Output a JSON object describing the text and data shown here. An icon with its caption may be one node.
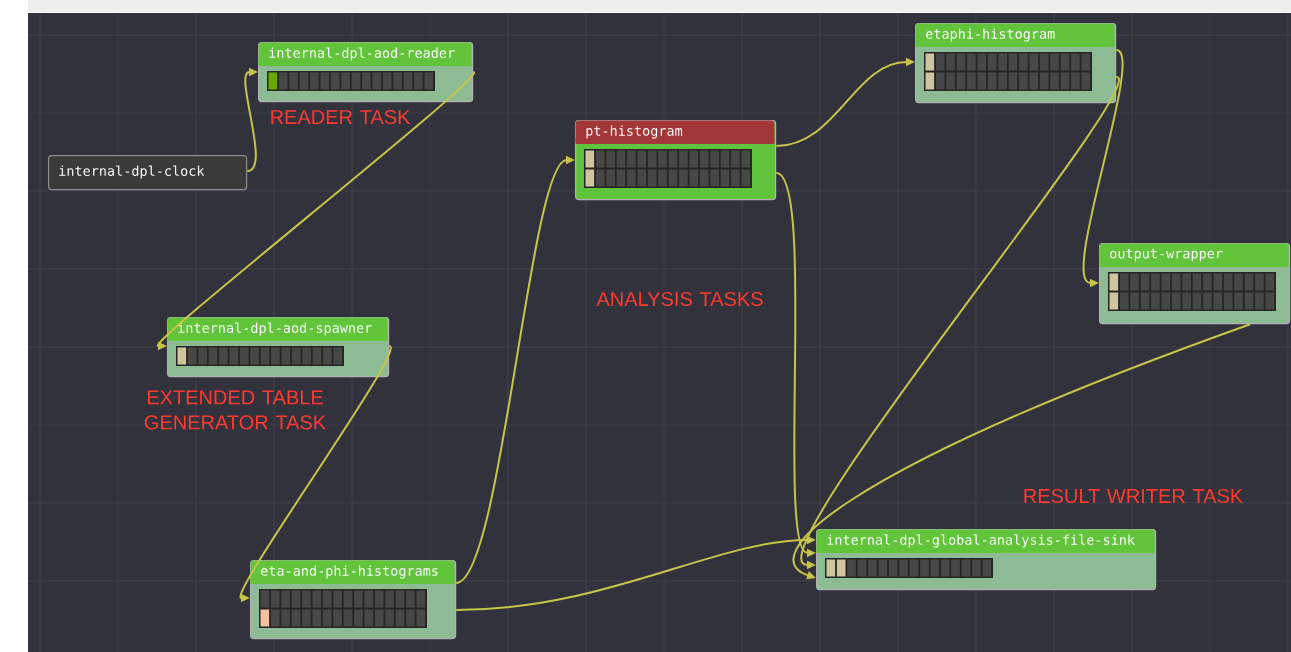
{
  "diagram": {
    "nodes": [
      {
        "text": [
          "internal-dpl-clock"
        ]
      },
      {
        "text": [
          "internal-dpl-aod-reader"
        ]
      },
      {
        "text": [
          "internal-dpl-aod-spawner"
        ]
      },
      {
        "text": [
          "eta-and-phi-histograms"
        ]
      },
      {
        "text": [
          "pt-histogram"
        ]
      },
      {
        "text": [
          "etaphi-histogram"
        ]
      },
      {
        "text": [
          "output-wrapper"
        ]
      },
      {
        "text": [
          "internal-dpl-global-analysis-file-sink"
        ]
      }
    ],
    "edges": [
      {
        "from": 0,
        "to": 1,
        "arrow": "to"
      },
      {
        "from": 1,
        "to": 2,
        "arrow": "to"
      },
      {
        "from": 2,
        "to": 3,
        "arrow": "to"
      },
      {
        "from": 3,
        "to": 4,
        "arrow": "to"
      },
      {
        "from": 3,
        "to": 7,
        "arrow": "to"
      },
      {
        "from": 4,
        "to": 5,
        "arrow": "to"
      },
      {
        "from": 4,
        "to": 7,
        "arrow": "to"
      },
      {
        "from": 5,
        "to": 6,
        "arrow": "to"
      },
      {
        "from": 5,
        "to": 7,
        "arrow": "to"
      },
      {
        "from": 6,
        "to": 7,
        "arrow": "to"
      }
    ],
    "labels": [
      "READER TASK",
      "ANALYSIS TASKS",
      "EXTENDED TABLE GENERATOR TASK",
      "RESULT WRITER TASK"
    ]
  }
}
